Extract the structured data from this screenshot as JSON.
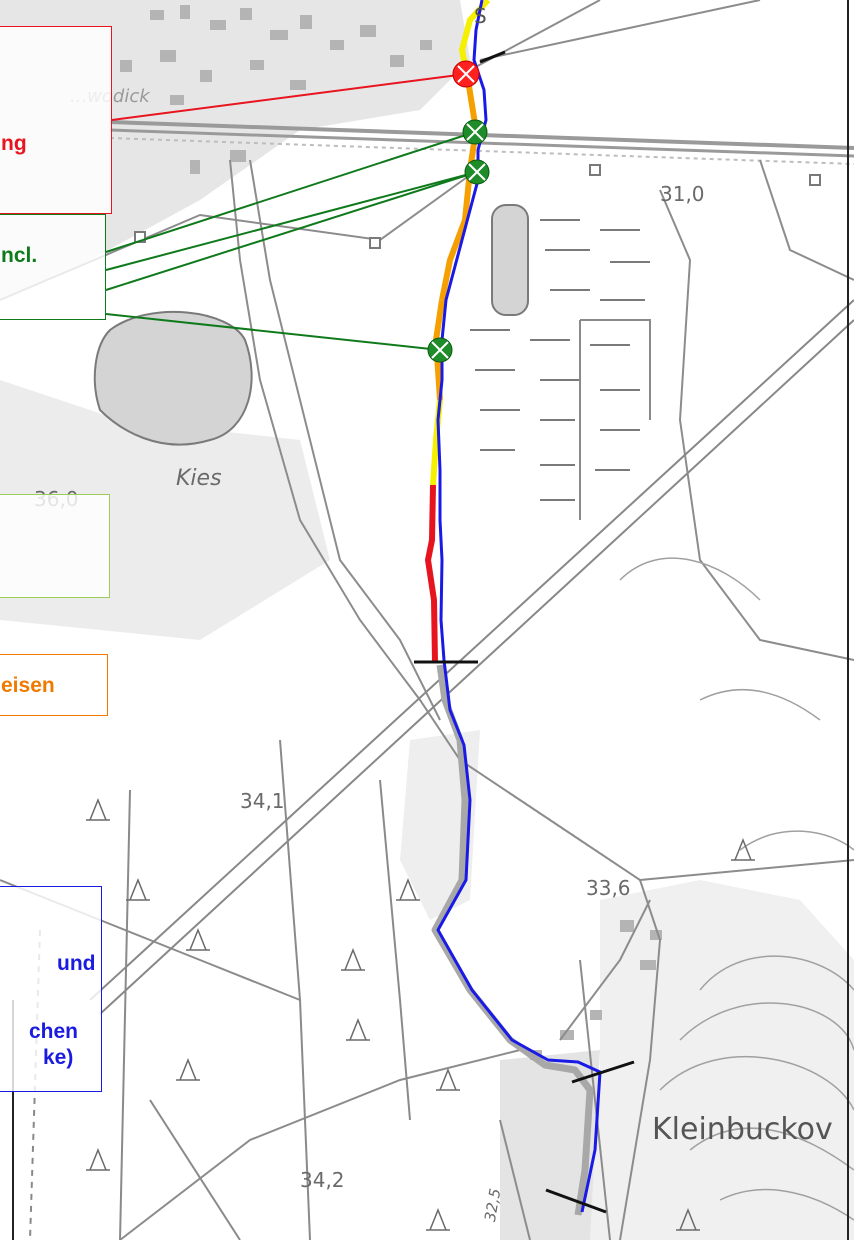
{
  "map": {
    "place_labels": {
      "kies": "Kies",
      "kleinbuckow": "Kleinbuckov",
      "town_fragment": "...wodick",
      "road_marker": "S"
    },
    "elevations": {
      "e36_0": "36,0",
      "e31_0": "31,0",
      "e34_1": "34,1",
      "e33_6": "33,6",
      "e34_2": "34,2",
      "e32_5": "32,5"
    }
  },
  "callouts": {
    "red": {
      "text": "ng",
      "color": "#e8141e"
    },
    "green": {
      "text": "ncl.",
      "color": "#0f7a1c"
    },
    "lime": {
      "text": "",
      "color": "#9ccc5a"
    },
    "orange": {
      "text": "eisen",
      "color": "#f07a00"
    },
    "blue": {
      "lines": [
        "und",
        "chen",
        "ke)"
      ],
      "color": "#1a1ae0"
    }
  },
  "colors": {
    "route_blue": "#1a1ae6",
    "route_yellow": "#f5f000",
    "route_orange": "#f5a000",
    "route_red": "#e6141e",
    "route_grey": "#a8a8a8",
    "marker_green": "#1e8c28",
    "marker_red": "#ff2020"
  }
}
